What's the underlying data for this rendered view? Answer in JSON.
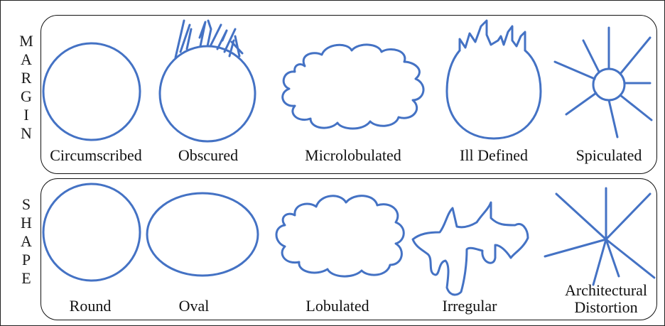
{
  "margin": {
    "label_letters": [
      "M",
      "A",
      "R",
      "G",
      "I",
      "N"
    ],
    "items": [
      {
        "label": "Circumscribed",
        "icon": "circle-icon"
      },
      {
        "label": "Obscured",
        "icon": "obscured-circle-icon"
      },
      {
        "label": "Microlobulated",
        "icon": "cloud-icon"
      },
      {
        "label": "Ill Defined",
        "icon": "ill-defined-circle-icon"
      },
      {
        "label": "Spiculated",
        "icon": "spiculated-icon"
      }
    ]
  },
  "shape": {
    "label_letters": [
      "S",
      "H",
      "A",
      "P",
      "E"
    ],
    "items": [
      {
        "label": "Round",
        "icon": "round-icon"
      },
      {
        "label": "Oval",
        "icon": "oval-icon"
      },
      {
        "label": "Lobulated",
        "icon": "lobulated-icon"
      },
      {
        "label": "Irregular",
        "icon": "irregular-icon"
      },
      {
        "label_line1": "Architectural",
        "label_line2": "Distortion",
        "icon": "architectural-distortion-icon"
      }
    ]
  },
  "colors": {
    "stroke": "#4472c4",
    "border": "#111111"
  }
}
